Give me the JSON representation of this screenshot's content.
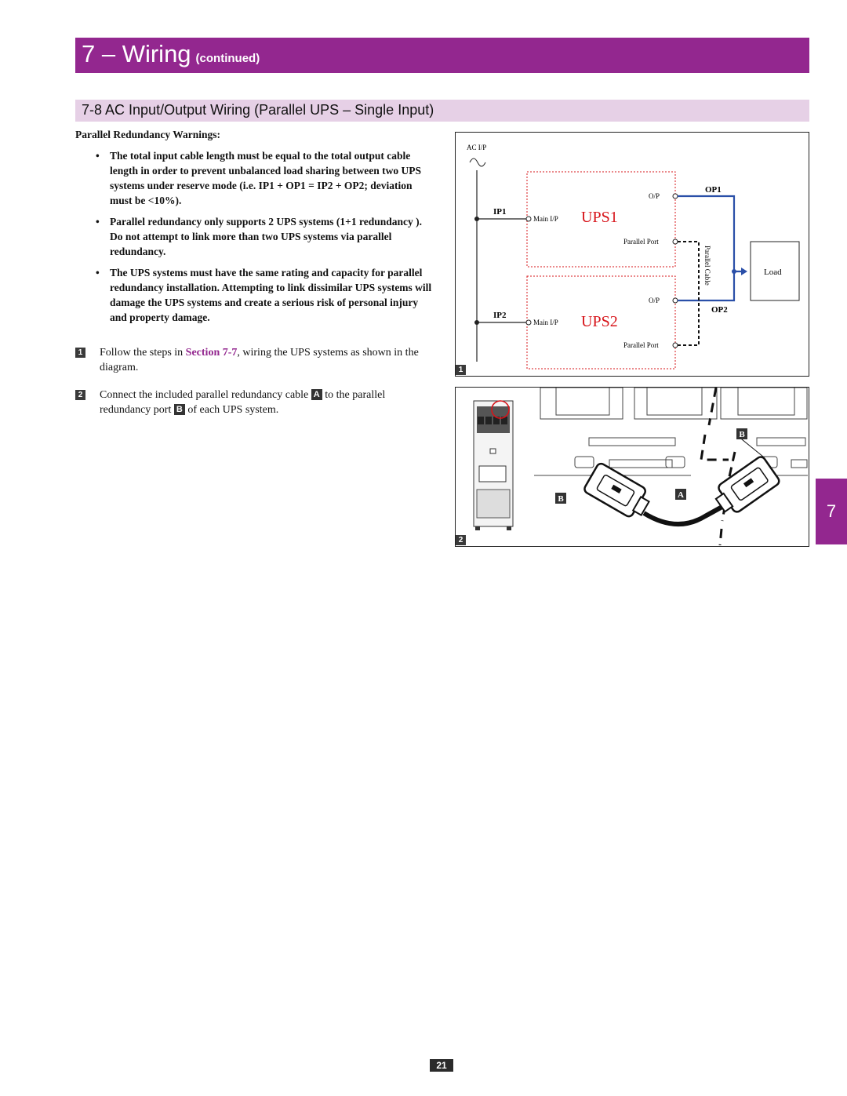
{
  "header": {
    "chapter": "7 – Wiring",
    "subtitle": "(continued)"
  },
  "section": {
    "title": "7-8 AC Input/Output Wiring (Parallel UPS – Single Input)"
  },
  "warnings": {
    "heading": "Parallel Redundancy Warnings:",
    "items": [
      "The total input cable length must be equal to the total output cable length in order to prevent unbalanced load sharing between two UPS systems under reserve mode (i.e. IP1 + OP1 = IP2 + OP2; deviation must be <10%).",
      "Parallel redundancy only supports 2 UPS systems (1+1 redundancy ). Do not attempt to link more than two UPS systems via parallel redundancy.",
      "The UPS systems must have the same rating and capacity for parallel redundancy installation. Attempting to link dissimilar UPS systems will damage the UPS systems and create a serious risk of personal injury and property damage."
    ]
  },
  "steps": [
    {
      "num": "1",
      "text_before": "Follow the steps in ",
      "link": "Section 7-7",
      "text_after": ", wiring the UPS systems as shown in the diagram."
    },
    {
      "num": "2",
      "text_before": "Connect the included parallel redundancy cable ",
      "key1": "A",
      "text_mid": " to the parallel redundancy port ",
      "key2": "B",
      "text_after": " of each UPS system."
    }
  ],
  "diagram": {
    "ac_label": "AC I/P",
    "ip1": "IP1",
    "ip2": "IP2",
    "op1": "OP1",
    "op2": "OP2",
    "ups1": "UPS1",
    "ups2": "UPS2",
    "op_label": "O/P",
    "main_label": "Main I/P",
    "parallel_port": "Parallel Port",
    "parallel_cable": "Parallel Cable",
    "load": "Load",
    "figure_num": "1"
  },
  "photo": {
    "label_a": "A",
    "label_b": "B",
    "figure_num": "2"
  },
  "side_tab": "7",
  "page_number": "21",
  "colors": {
    "brand": "#93278f",
    "section_bg": "#e6d0e6",
    "ups_red": "#d7141a",
    "op_blue": "#2a4fa8"
  }
}
